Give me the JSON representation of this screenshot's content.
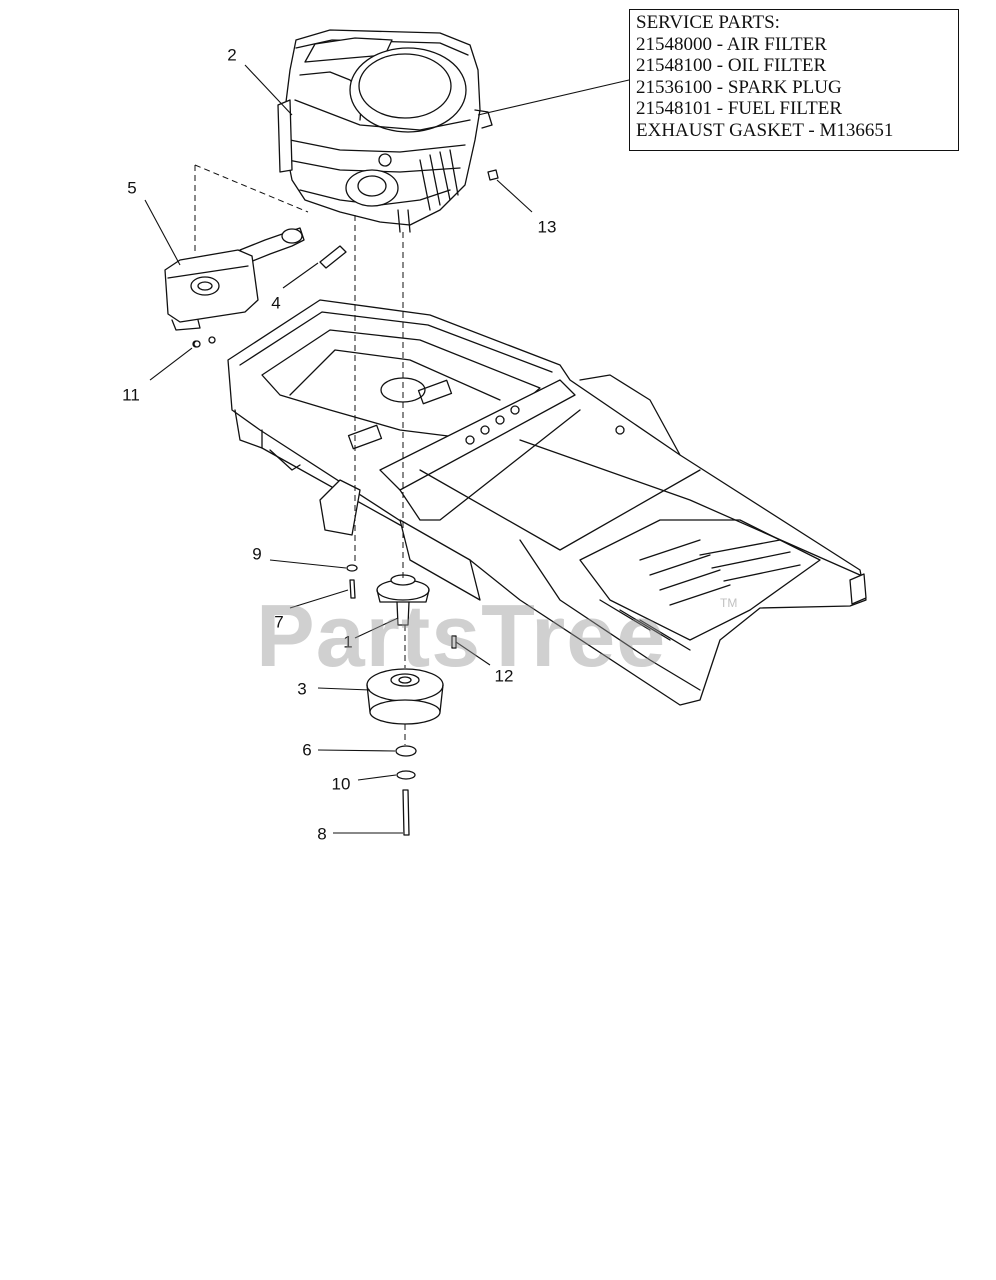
{
  "service_parts": {
    "title": "SERVICE PARTS:",
    "lines": [
      "21548000 - AIR FILTER",
      "21548100 - OIL FILTER",
      "21536100 - SPARK PLUG",
      "21548101 - FUEL FILTER",
      "EXHAUST GASKET - M136651"
    ]
  },
  "callouts": {
    "c1": "1",
    "c2": "2",
    "c3": "3",
    "c4": "4",
    "c5": "5",
    "c6": "6",
    "c7": "7",
    "c8": "8",
    "c9": "9",
    "c10": "10",
    "c11": "11",
    "c12": "12",
    "c13": "13"
  },
  "watermark": {
    "text": "PartsTree",
    "tm": "TM"
  }
}
